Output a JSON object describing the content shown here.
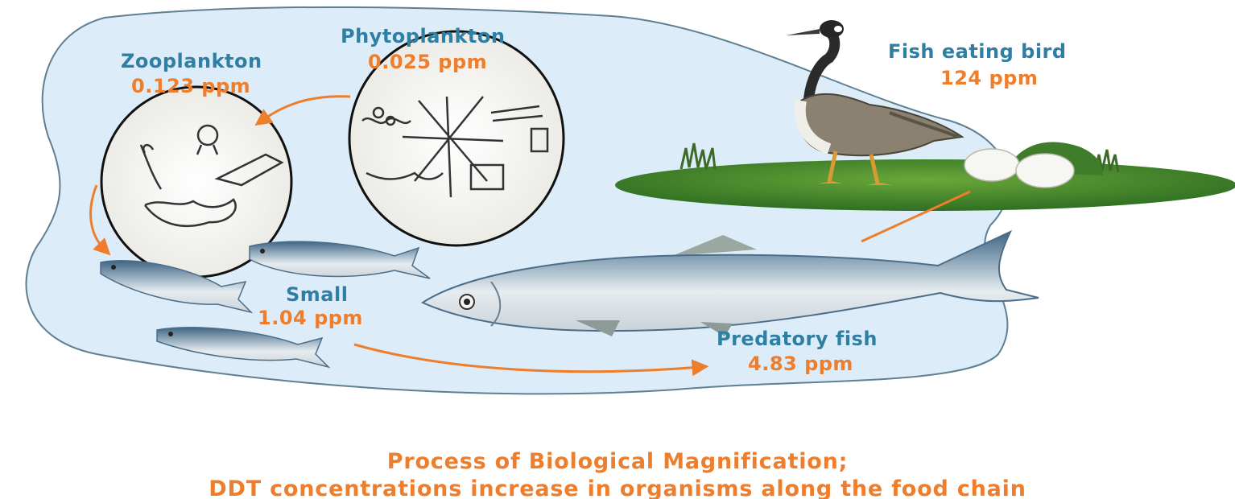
{
  "organisms": {
    "phytoplankton": {
      "name": "Phytoplankton",
      "ppm": "0.025 ppm"
    },
    "zooplankton": {
      "name": "Zooplankton",
      "ppm": "0.123 ppm"
    },
    "small_fish": {
      "name": "Small",
      "ppm": "1.04 ppm"
    },
    "predatory_fish": {
      "name": "Predatory fish",
      "ppm": "4.83 ppm"
    },
    "bird": {
      "name": "Fish eating bird",
      "ppm": "124 ppm"
    }
  },
  "caption": {
    "line1": "Process of Biological Magnification;",
    "line2": "DDT concentrations increase in organisms along the food chain"
  },
  "colors": {
    "water": "#dcecf8",
    "water_outline": "#5f7f93",
    "label_name": "#2f7fa5",
    "label_ppm": "#ee7d2c",
    "arrow": "#ee7d2c",
    "grass": "#4e8f2e",
    "fish_body": "#c8d4dc",
    "fish_back": "#4c6d8a"
  }
}
